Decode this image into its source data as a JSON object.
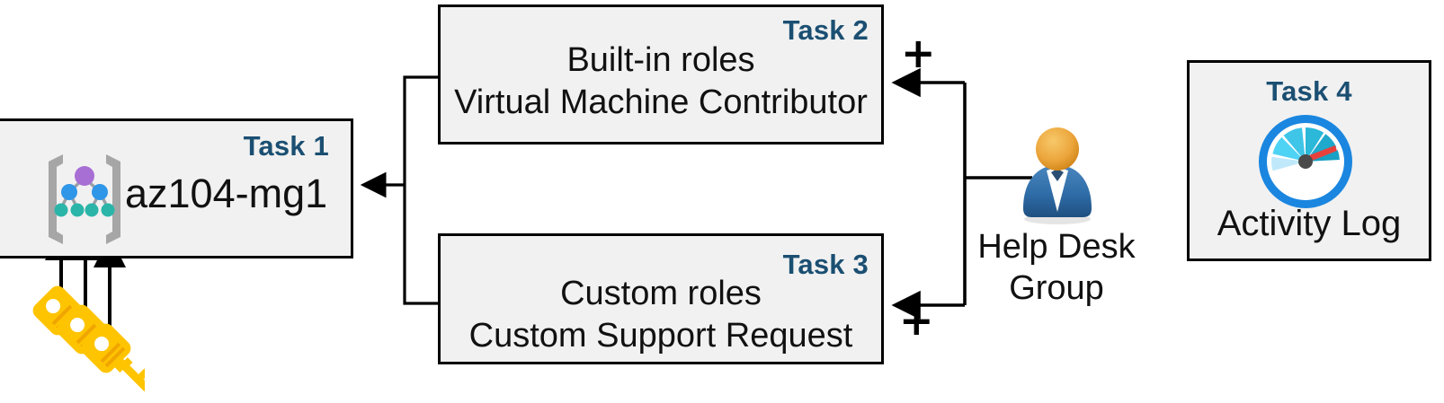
{
  "diagram": {
    "title": "Azure RBAC task diagram",
    "background": "#ffffff",
    "colors": {
      "box_fill": "#f1f1f1",
      "box_border": "#000000",
      "task_tag": "#1b4f72",
      "body_text": "#111111",
      "key_yellow": "#ffc400",
      "gauge_blue": "#1a86e0",
      "needle_red": "#e8413c",
      "person_head": "#e8a33d",
      "person_body": "#2e6da4"
    }
  },
  "task1": {
    "tag": "Task 1",
    "label": "az104-mg1",
    "icon": "management-group-icon"
  },
  "task2": {
    "tag": "Task 2",
    "line1": "Built-in roles",
    "line2": "Virtual Machine Contributor"
  },
  "task3": {
    "tag": "Task 3",
    "line1": "Custom roles",
    "line2": "Custom Support Request"
  },
  "task4": {
    "tag": "Task 4",
    "label": "Activity Log",
    "icon": "activity-log-gauge-icon"
  },
  "actor": {
    "name_line1": "Help Desk",
    "name_line2": "Group",
    "icon": "user-group-person-icon"
  },
  "annotations": {
    "plus_top": "+",
    "plus_bottom": "+"
  },
  "keys": {
    "icon": "three-keys-icon",
    "count": 3
  }
}
